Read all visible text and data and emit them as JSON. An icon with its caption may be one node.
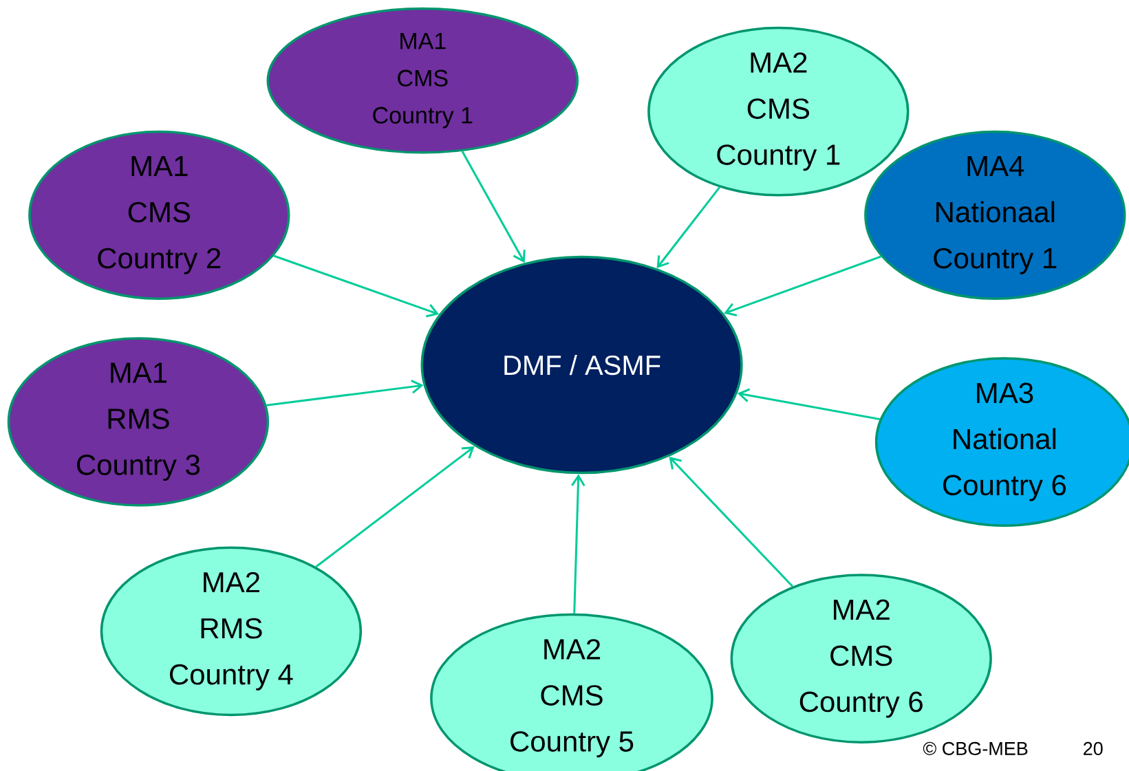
{
  "diagram": {
    "nodes": [
      {
        "text": [
          "MA1",
          "CMS",
          "Country 1"
        ]
      },
      {
        "text": [
          "MA2",
          "CMS",
          "Country 1"
        ]
      },
      {
        "text": [
          "MA1",
          "CMS",
          "Country 2"
        ]
      },
      {
        "text": [
          "MA4",
          "Nationaal",
          "Country 1"
        ]
      },
      {
        "text": [
          "DMF / ASMF"
        ]
      },
      {
        "text": [
          "MA1",
          "RMS",
          "Country 3"
        ]
      },
      {
        "text": [
          "MA3",
          "National",
          "Country 6"
        ]
      },
      {
        "text": [
          "MA2",
          "RMS",
          "Country 4"
        ]
      },
      {
        "text": [
          "MA2",
          "CMS",
          "Country 6"
        ]
      },
      {
        "text": [
          "MA2",
          "CMS",
          "Country 5"
        ]
      }
    ],
    "edges": [
      {
        "from": 0,
        "to": 4,
        "arrow": "to"
      },
      {
        "from": 1,
        "to": 4,
        "arrow": "to"
      },
      {
        "from": 2,
        "to": 4,
        "arrow": "to"
      },
      {
        "from": 3,
        "to": 4,
        "arrow": "to"
      },
      {
        "from": 5,
        "to": 4,
        "arrow": "to"
      },
      {
        "from": 6,
        "to": 4,
        "arrow": "to"
      },
      {
        "from": 7,
        "to": 4,
        "arrow": "to"
      },
      {
        "from": 8,
        "to": 4,
        "arrow": "to"
      },
      {
        "from": 9,
        "to": 4,
        "arrow": "to"
      }
    ],
    "labels": [
      "©  CBG-MEB",
      "20"
    ]
  }
}
